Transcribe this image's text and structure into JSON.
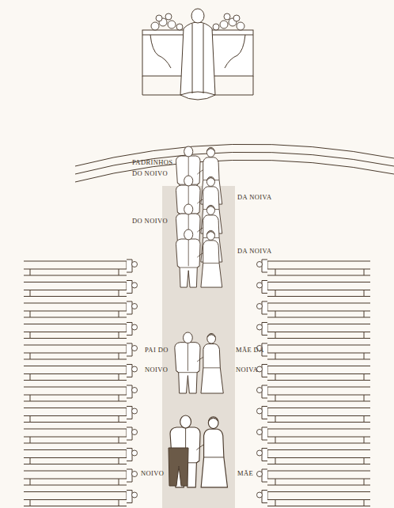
{
  "diagram": {
    "labels": [
      "PADRINHOS DO NOIVO",
      "DA NOIVA",
      "DO NOIVO",
      "DA NOIVA",
      "PAI DO NOIVO",
      "MÃE DA NOIVA",
      "NOIVO",
      "MÃE"
    ]
  }
}
